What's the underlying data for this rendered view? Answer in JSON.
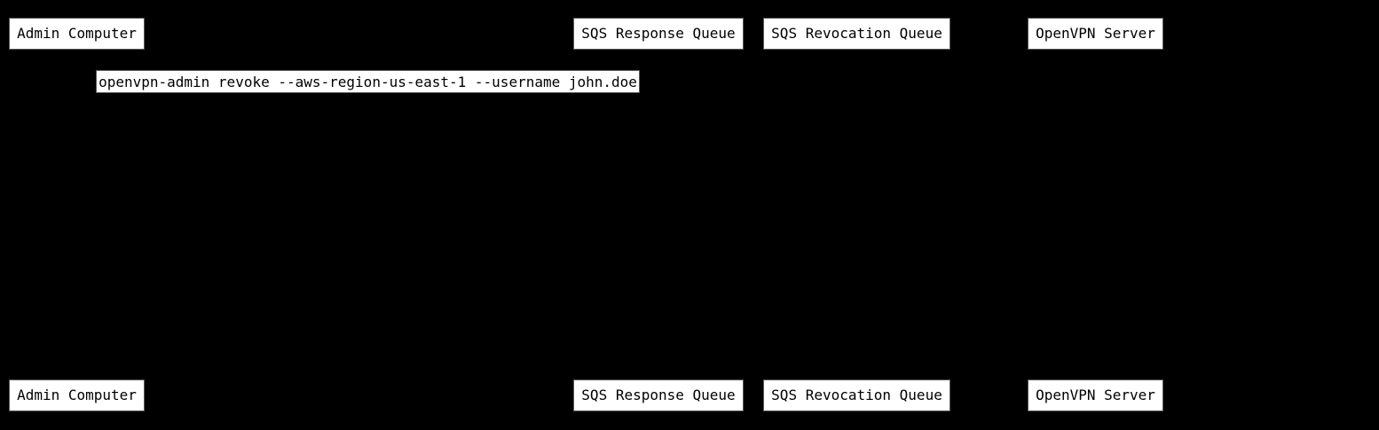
{
  "diagram": {
    "type": "sequence-diagram",
    "colors": {
      "background": "#000000",
      "box_fill": "#ffffff",
      "box_border": "#5a5a5a",
      "text": "#000000"
    },
    "participants": [
      {
        "id": "admin-computer",
        "label": "Admin Computer"
      },
      {
        "id": "sqs-response-queue",
        "label": "SQS Response Queue"
      },
      {
        "id": "sqs-revocation-queue",
        "label": "SQS Revocation Queue"
      },
      {
        "id": "openvpn-server",
        "label": "OpenVPN Server"
      }
    ],
    "message": {
      "label": "openvpn-admin revoke --aws-region-us-east-1 --username john.doe"
    }
  }
}
